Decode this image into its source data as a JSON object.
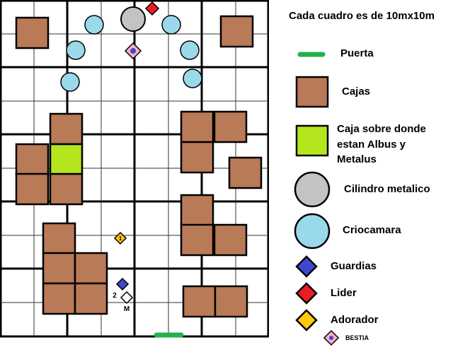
{
  "title": "Cada cuadro es de 10mx10m",
  "colors": {
    "box": "#B97A57",
    "highlight_box": "#B5E61D",
    "cylinder": "#C3C3C3",
    "cryo": "#99D9EA",
    "door": "#22B14C",
    "guard": "#3F48CC",
    "leader": "#ED1C24",
    "worshipper": "#FFC90E",
    "beast_fill": "#FFAEC9",
    "beast_dot": "#3F48CC"
  },
  "legend": {
    "door": "Puerta",
    "boxes": "Cajas",
    "highlight_line1": "Caja sobre donde",
    "highlight_line2": "estan Albus y",
    "highlight_line3": "Metalus",
    "cylinder": "Cilindro metalico",
    "cryo": "Criocamara",
    "guards": "Guardias",
    "leader": "Lider",
    "worshipper": "Adorador",
    "beast": "BESTIA"
  },
  "tokens": {
    "worshipper_number": "1",
    "guard_number": "2",
    "m_label": "M"
  }
}
